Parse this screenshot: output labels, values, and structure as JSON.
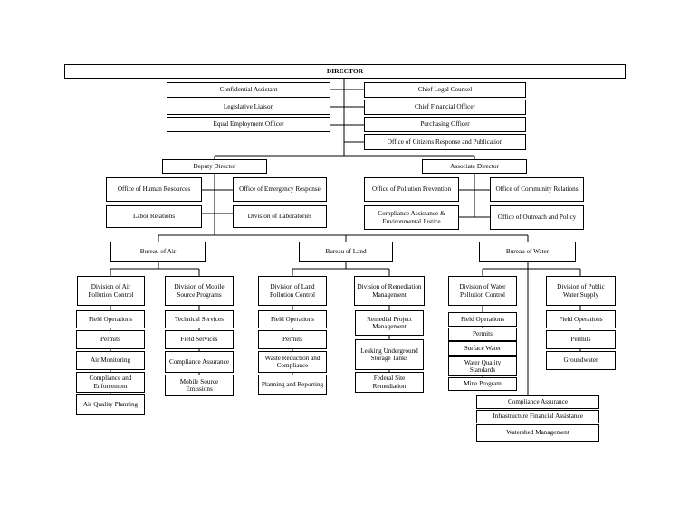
{
  "director": "DIRECTOR",
  "left_staff": [
    "Confidential Assistant",
    "Legislative Liaison",
    "Equal Employment Officer"
  ],
  "right_staff": [
    "Chief Legal Counsel",
    "Chief Financial Officer",
    "Purchasing Officer",
    "Office of Citizens Response and Publication"
  ],
  "deputy_director": {
    "label": "Deputy Director",
    "offices": [
      "Office of Human Resources",
      "Office of Emergency Response",
      "Labor Relations",
      "Division of Laboratories"
    ]
  },
  "associate_director": {
    "label": "Associate Director",
    "offices": [
      "Office of Pollution Prevention",
      "Office of Community Relations",
      "Compliance Assistance & Environmental Justice",
      "Office of Outreach and Policy"
    ]
  },
  "bureaus": [
    {
      "label": "Bureau of Air",
      "divisions": [
        {
          "label": "Division of Air Pollution Control",
          "units": [
            "Field Operations",
            "Permits",
            "Air Monitoring",
            "Compliance and Enforcement",
            "Air Quality Planning"
          ]
        },
        {
          "label": "Division of Mobile Source Programs",
          "units": [
            "Technical Services",
            "Field Services",
            "Compliance Assurance",
            "Mobile Source Emissions"
          ]
        }
      ]
    },
    {
      "label": "Bureau of Land",
      "divisions": [
        {
          "label": "Division of Land Pollution Control",
          "units": [
            "Field Operations",
            "Permits",
            "Waste Reduction and Compliance",
            "Planning and Reporting"
          ]
        },
        {
          "label": "Division of Remediation Management",
          "units": [
            "Remedial Project Management",
            "Leaking Underground Storage Tanks",
            "Federal Site Remediation"
          ]
        }
      ]
    },
    {
      "label": "Bureau of Water",
      "divisions": [
        {
          "label": "Division of Water Pollution Control",
          "units": [
            "Field Operations",
            "Permits",
            "Surface Water",
            "Water Quality Standards",
            "Mine Program"
          ]
        },
        {
          "label": "Division of Public Water Supply",
          "units": [
            "Field Operations",
            "Permits",
            "Groundwater"
          ]
        }
      ],
      "shared_units": [
        "Compliance Assurance",
        "Infrastructure Financial Assistance",
        "Watershed Management"
      ]
    }
  ]
}
